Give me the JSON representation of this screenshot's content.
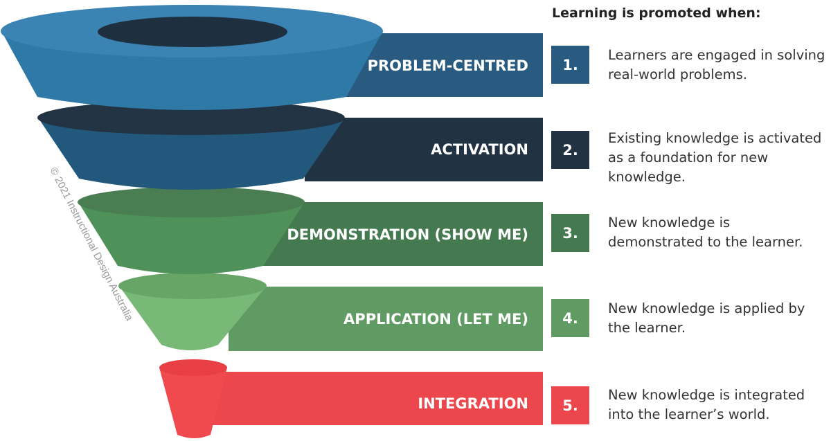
{
  "heading": "Learning is promoted when:",
  "watermark": "© 2021 Instructional Design Australia",
  "stages": [
    {
      "label": "PROBLEM-CENTRED",
      "number": "1.",
      "description": "Learners are engaged in solving real-world problems.",
      "colors": {
        "band": "#285b7f",
        "cone": "#2f79a6",
        "cone_dark": "#255f85",
        "top": "#3a83b3",
        "hole": "#1e3040",
        "box": "#285b7f"
      }
    },
    {
      "label": "ACTIVATION",
      "number": "2.",
      "description": "Existing knowledge is activated as a foundation for new knowledge.",
      "colors": {
        "band": "#213242",
        "cone": "#23587d",
        "cone_dark": "#1d4665",
        "top": "#223444",
        "box": "#213242"
      }
    },
    {
      "label": "DEMONSTRATION (SHOW ME)",
      "number": "3.",
      "description": "New knowledge is demonstrated to the learner.",
      "colors": {
        "band": "#457a50",
        "cone": "#4f9259",
        "cone_dark": "#437d4c",
        "top": "#4a7d52",
        "box": "#457a50"
      }
    },
    {
      "label": "APPLICATION (LET ME)",
      "number": "4.",
      "description": "New knowledge is applied by the learner.",
      "colors": {
        "band": "#5f9b63",
        "cone": "#79b978",
        "cone_dark": "#67a867",
        "top": "#66a566",
        "box": "#5f9b63"
      }
    },
    {
      "label": "INTEGRATION",
      "number": "5.",
      "description": "New knowledge is integrated into the learner’s world.",
      "colors": {
        "band": "#ec474c",
        "cone": "#f04a4e",
        "cone_dark": "#d63c41",
        "top": "#e83f45",
        "box": "#ec474c"
      }
    }
  ]
}
